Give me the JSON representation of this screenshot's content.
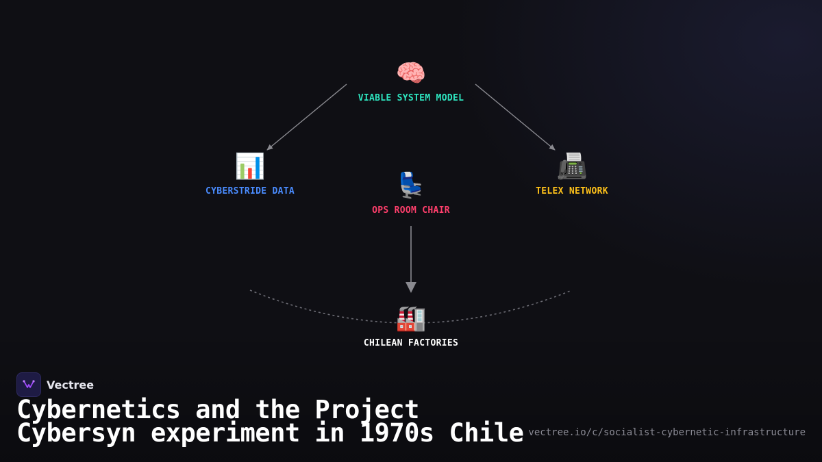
{
  "diagram": {
    "nodes": {
      "vsm": {
        "icon": "brain-icon",
        "emoji": "🧠",
        "label": "VIABLE SYSTEM MODEL",
        "color": "#2ee6c0"
      },
      "cyberstride": {
        "icon": "bar-chart-icon",
        "emoji": "📊",
        "label": "CYBERSTRIDE DATA",
        "color": "#4a8cff"
      },
      "telex": {
        "icon": "fax-machine-icon",
        "emoji": "📠",
        "label": "TELEX NETWORK",
        "color": "#ffc21a"
      },
      "ops": {
        "icon": "seat-icon",
        "emoji": "💺",
        "label": "OPS ROOM CHAIR",
        "color": "#ff3f6c"
      },
      "factories": {
        "icon": "factory-icon",
        "emoji": "🏭",
        "label": "CHILEAN FACTORIES",
        "color": "#ffffff"
      }
    },
    "edges": [
      {
        "from": "VIABLE SYSTEM MODEL",
        "to": "CYBERSTRIDE DATA"
      },
      {
        "from": "VIABLE SYSTEM MODEL",
        "to": "TELEX NETWORK"
      },
      {
        "from": "OPS ROOM CHAIR",
        "to": "CHILEAN FACTORIES"
      }
    ]
  },
  "brand": {
    "name": "Vectree",
    "logo_icon": "vectree-logo-icon",
    "accent": "#a24bff"
  },
  "title": "Cybernetics and the Project Cybersyn experiment in 1970s Chile",
  "url": "vectree.io/c/socialist-cybernetic-infrastructure"
}
